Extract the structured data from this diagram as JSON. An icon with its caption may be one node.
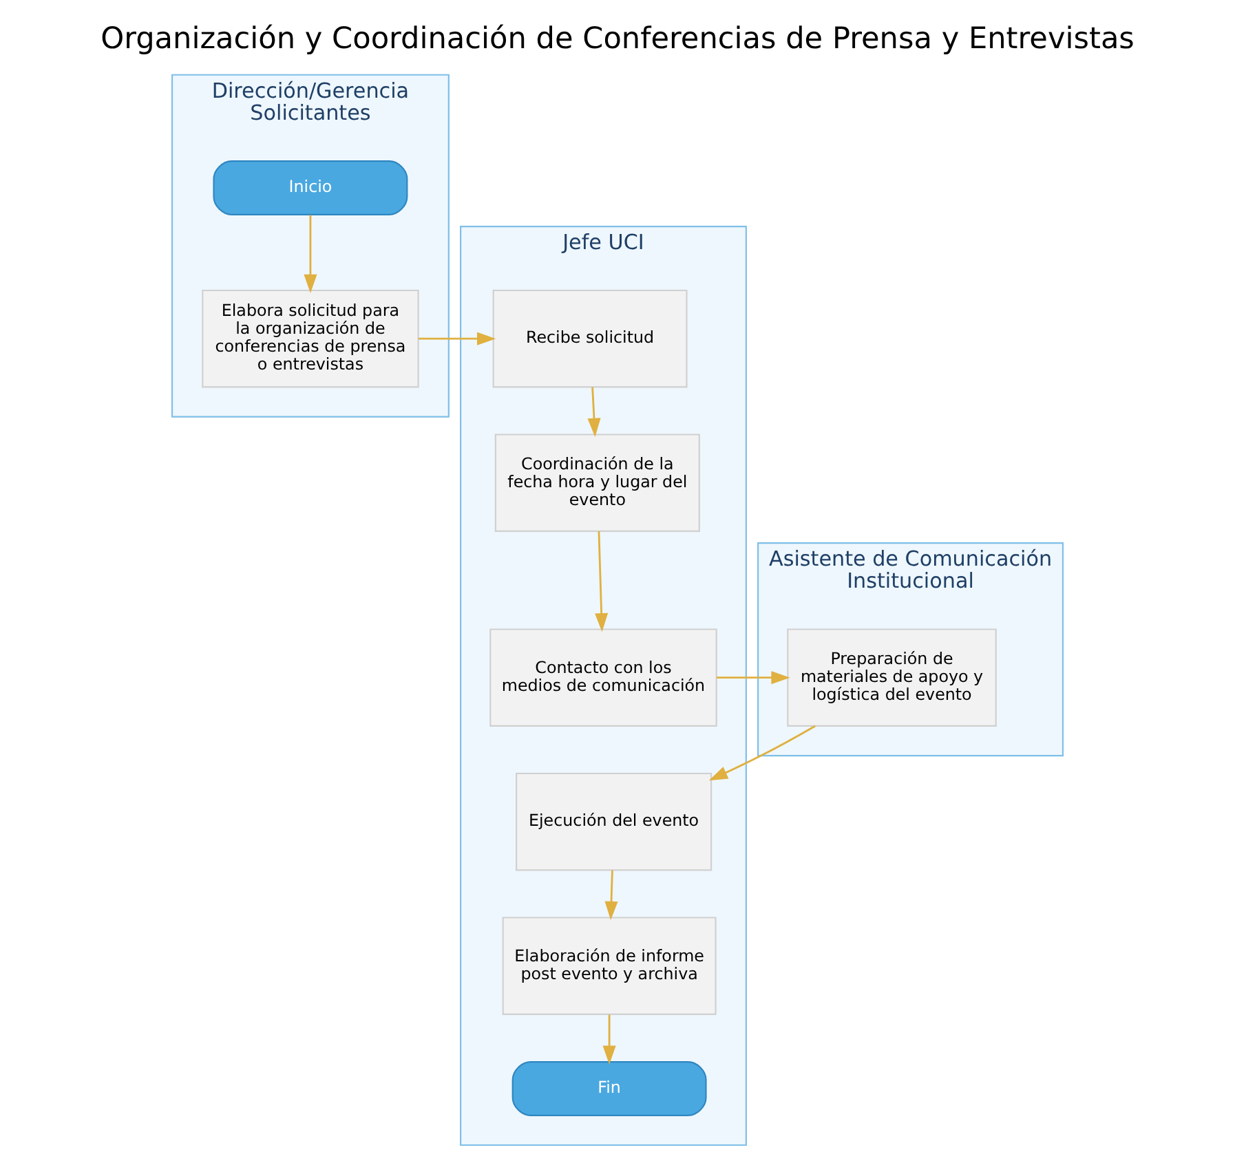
{
  "diagram": {
    "title": "Organización y Coordinación de Conferencias de Prensa y Entrevistas",
    "nodes": [
      {
        "text": [
          "Dirección/Gerencia Solicitantes"
        ]
      },
      {
        "text": [
          "Jefe UCI"
        ]
      },
      {
        "text": [
          "Asistente de Comunicación Institucional"
        ]
      },
      {
        "text": [
          "Inicio"
        ],
        "in": 0
      },
      {
        "text": [
          "Elabora solicitud para la organización de conferencias de prensa o entrevistas"
        ],
        "in": 0
      },
      {
        "text": [
          "Recibe solicitud"
        ],
        "in": 1
      },
      {
        "text": [
          "Coordinación de la fecha hora y lugar del evento"
        ],
        "in": 1
      },
      {
        "text": [
          "Contacto con los medios de comunicación"
        ],
        "in": 1
      },
      {
        "text": [
          "Ejecución del evento"
        ],
        "in": 1
      },
      {
        "text": [
          "Elaboración de informe post evento y archiva"
        ],
        "in": 1
      },
      {
        "text": [
          "Fin"
        ],
        "in": 1
      },
      {
        "text": [
          "Preparación de materiales de apoyo y logística del evento"
        ],
        "in": 2
      }
    ],
    "edges": [
      {
        "from": 3,
        "to": 4,
        "arrow": "to"
      },
      {
        "from": 4,
        "to": 5,
        "arrow": "to"
      },
      {
        "from": 5,
        "to": 6,
        "arrow": "to"
      },
      {
        "from": 6,
        "to": 7,
        "arrow": "to"
      },
      {
        "from": 7,
        "to": 11,
        "arrow": "to"
      },
      {
        "from": 11,
        "to": 8,
        "arrow": "to"
      },
      {
        "from": 8,
        "to": 9,
        "arrow": "to"
      },
      {
        "from": 9,
        "to": 10,
        "arrow": "to"
      }
    ]
  }
}
